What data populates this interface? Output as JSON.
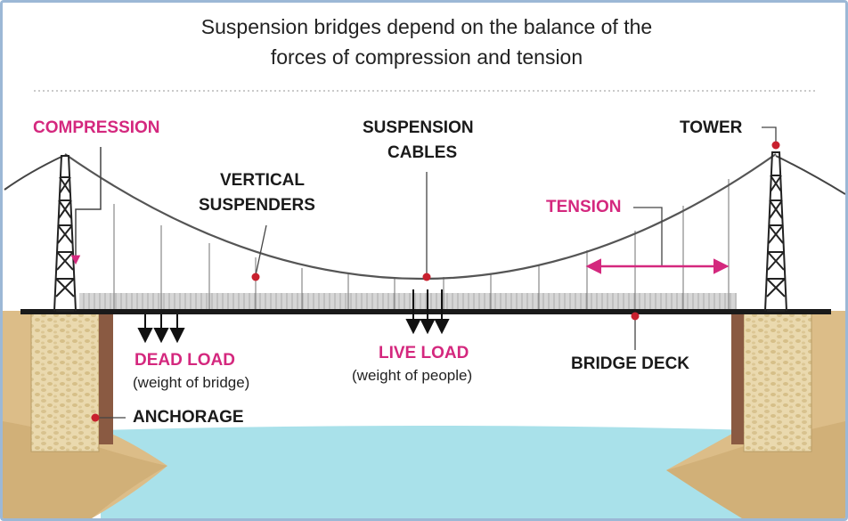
{
  "title": {
    "line1": "Suspension bridges depend on the balance of the",
    "line2": "forces of compression and tension"
  },
  "labels": {
    "compression": "COMPRESSION",
    "vertical_suspenders_1": "VERTICAL",
    "vertical_suspenders_2": "SUSPENDERS",
    "suspension_cables_1": "SUSPENSION",
    "suspension_cables_2": "CABLES",
    "tower": "TOWER",
    "tension": "TENSION",
    "dead_load": "DEAD LOAD",
    "dead_load_sub": "(weight of bridge)",
    "live_load": "LIVE LOAD",
    "live_load_sub": "(weight of people)",
    "bridge_deck": "BRIDGE DECK",
    "anchorage": "ANCHORAGE"
  },
  "colors": {
    "accent_pink": "#d4287e",
    "marker_red": "#c8202e",
    "water": "#a9e1ea",
    "pier_stone": "#e6d3a6",
    "ground": "#d9b984",
    "deck_rail": "#c9c9c9"
  }
}
